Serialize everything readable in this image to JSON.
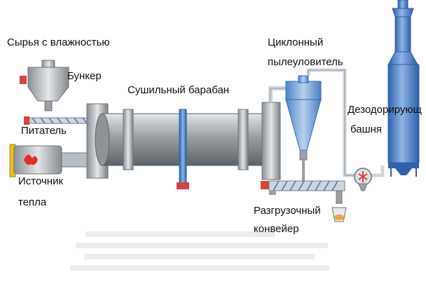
{
  "labels": {
    "raw_material": "Сырья с влажностью",
    "hopper": "Бункер",
    "feeder": "Питатель",
    "heat_source_line1": "Источник",
    "heat_source_line2": "тепла",
    "drying_drum": "Сушильный барабан",
    "cyclone_line1": "Циклонный",
    "cyclone_line2": "пылеуловитель",
    "deodor_line1": "Дезодорирующ",
    "deodor_line2": "башня",
    "conveyor_line1": "Разгрузочный",
    "conveyor_line2": "конвейер"
  },
  "colors": {
    "steel_dark": "#6f7478",
    "steel_mid": "#a9adb1",
    "steel_light": "#dfe2e4",
    "tower_blue": "#3f78c8",
    "tower_light": "#8fb4e6",
    "motor_red": "#d44444",
    "flame_red": "#d9342b",
    "yellow_frame": "#e8c21a",
    "pipe": "#cfd6dc"
  }
}
